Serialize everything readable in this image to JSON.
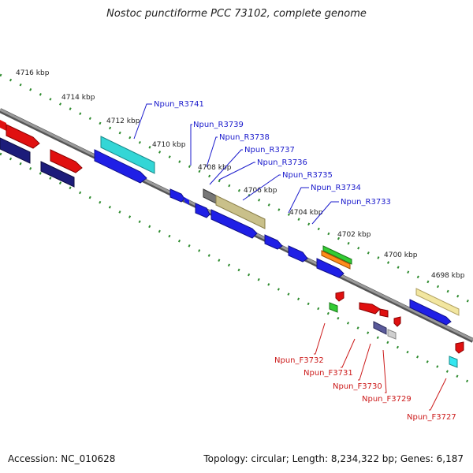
{
  "header": {
    "title": "Nostoc punctiforme PCC 73102, complete genome"
  },
  "footer": {
    "accession": "Accession: NC_010628",
    "summary": "Topology: circular; Length: 8,234,322 bp; Genes: 6,187"
  },
  "scale": {
    "ticks": [
      "4716 kbp",
      "4714 kbp",
      "4712 kbp",
      "4710 kbp",
      "4708 kbp",
      "4706 kbp",
      "4704 kbp",
      "4702 kbp",
      "4700 kbp",
      "4698 kbp"
    ]
  },
  "labels": {
    "reverse": [
      "Npun_R3741",
      "Npun_R3739",
      "Npun_R3738",
      "Npun_R3737",
      "Npun_R3736",
      "Npun_R3735",
      "Npun_R3734",
      "Npun_R3733"
    ],
    "forward": [
      "Npun_F3732",
      "Npun_F3731",
      "Npun_F3730",
      "Npun_F3729",
      "Npun_F3727"
    ]
  },
  "colors": {
    "backbone": "#8a8a8a",
    "scale_dots": "#2e8b2e",
    "reverse_label": "#1a1acc",
    "forward_label": "#cc1a1a",
    "cds_blue": "#1f1fe6",
    "cds_navy": "#1c1c7a",
    "cds_red": "#e01010",
    "cyan": "#33d6d6",
    "olive": "#c9c08a",
    "gray": "#777777",
    "green": "#33cc33",
    "orange": "#ff8c1a",
    "pale_yellow": "#f2e6a0",
    "slate": "#5a5a9a",
    "light_gray": "#cfcfcf",
    "light_cyan": "#33e6f0"
  }
}
